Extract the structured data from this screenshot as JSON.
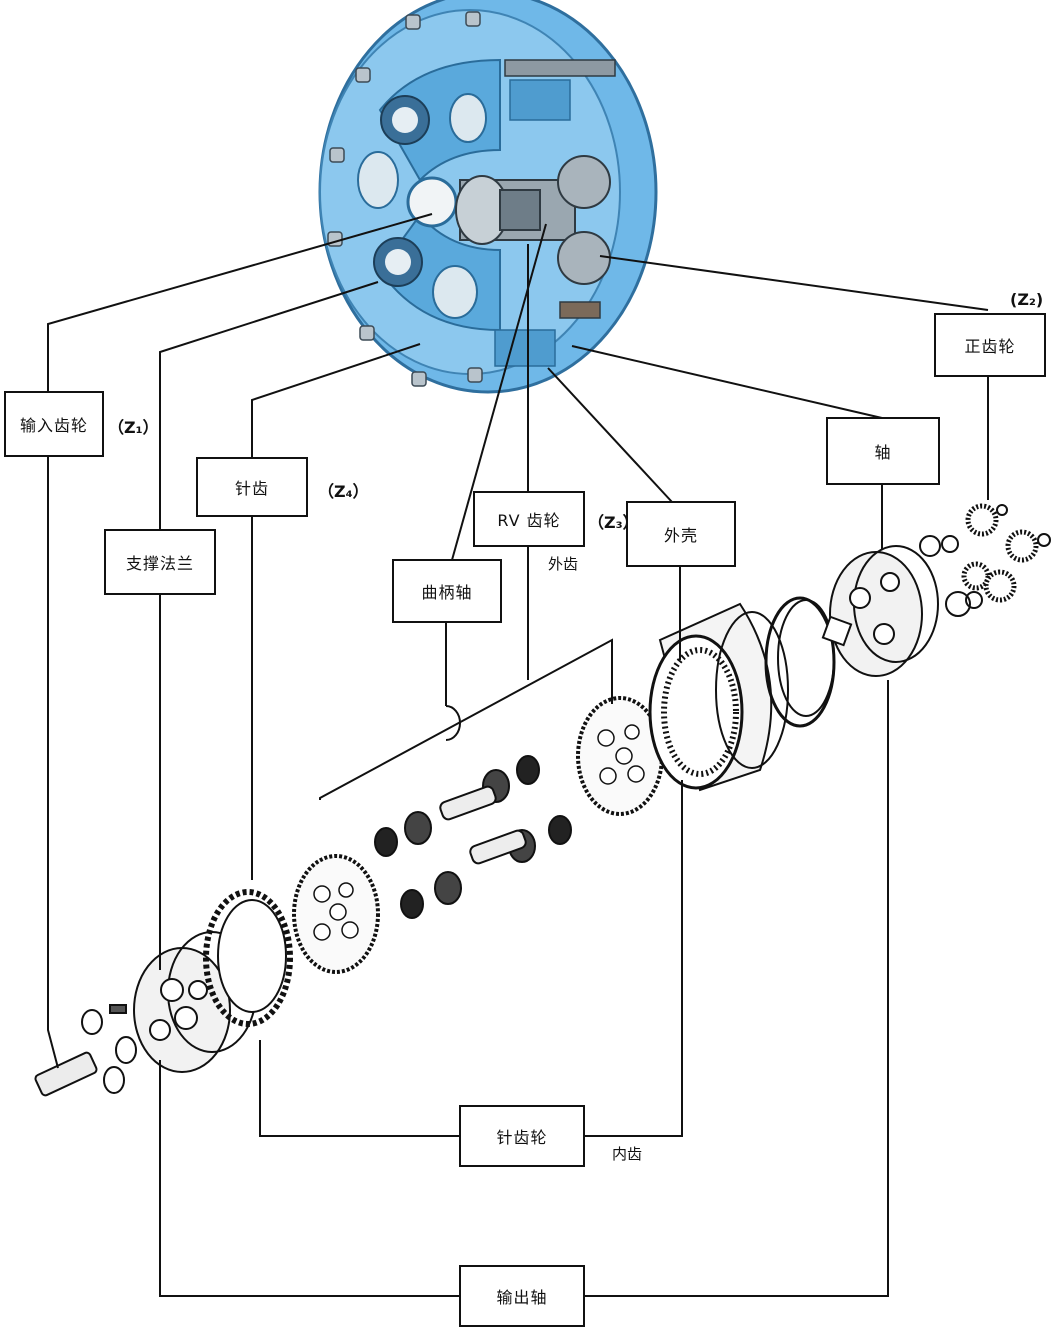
{
  "labels": {
    "input_gear": "输入齿轮",
    "z1": "（Z₁）",
    "support_flange": "支撑法兰",
    "pin_tooth": "针齿",
    "z4": "（Z₄）",
    "crankshaft": "曲柄轴",
    "rv_gear": "RV 齿轮",
    "z3": "（Z₃）",
    "external_teeth": "外齿",
    "housing": "外壳",
    "shaft": "轴",
    "spur_gear": "正齿轮",
    "z2": "(Z₂)",
    "pin_gear": "针齿轮",
    "internal_teeth": "内齿",
    "output_shaft": "输出轴"
  },
  "colors": {
    "reducer_body": "#6fb8e8",
    "reducer_dark": "#2f6f9e",
    "line": "#111111"
  },
  "illustrations": {
    "top": "rv-reducer-cutaway",
    "bottom": "rv-reducer-exploded-parts"
  }
}
